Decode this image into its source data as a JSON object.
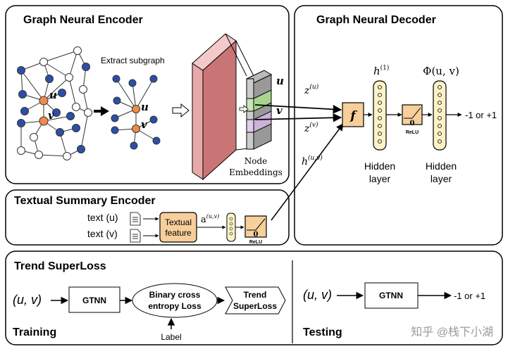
{
  "encoder": {
    "title": "Graph Neural Encoder",
    "extract_label": "Extract subgraph",
    "node_u": "u",
    "node_v": "v",
    "embed_u": "u",
    "embed_v": "v",
    "node_emb_line1": "Node",
    "node_emb_line2": "Embeddings"
  },
  "decoder": {
    "title": "Graph Neural Decoder",
    "z_u_base": "z",
    "z_u_sup": "(u)",
    "z_v_base": "z",
    "z_v_sup": "(v)",
    "h_uv_base": "h",
    "h_uv_sup": "(u,v)",
    "h1_base": "h",
    "h1_sup": "(1)",
    "phi": "Φ(u, v)",
    "f_label": "f",
    "relu_zero": "0",
    "relu_label": "ReLU",
    "output": "-1 or +1",
    "hidden1_line1": "Hidden",
    "hidden1_line2": "layer",
    "hidden2_line1": "Hidden",
    "hidden2_line2": "layer"
  },
  "textual": {
    "title": "Textual Summary Encoder",
    "text_u": "text (u)",
    "text_v": "text (v)",
    "feature_line1": "Textual",
    "feature_line2": "feature",
    "a_base": "a",
    "a_sup": "(u,v)",
    "relu_zero": "0",
    "relu_label": "ReLU"
  },
  "trend": {
    "title": "Trend SuperLoss",
    "training_input": "(u, v)",
    "training_gtnn": "GTNN",
    "bce_line1": "Binary cross",
    "bce_line2": "entropy Loss",
    "superloss_line1": "Trend",
    "superloss_line2": "SuperLoss",
    "label": "Label",
    "training": "Training",
    "testing_input": "(u, v)",
    "testing_gtnn": "GTNN",
    "testing_output": "-1 or +1",
    "testing": "Testing"
  },
  "watermark": "知乎 @栈下小湖",
  "colors": {
    "node_blue": "#2b4fa8",
    "node_orange": "#f08a4b",
    "tensor_red": "#d98a8a",
    "accent_box": "#f7cf9a",
    "hidden_layer": "#fbf2c6"
  }
}
